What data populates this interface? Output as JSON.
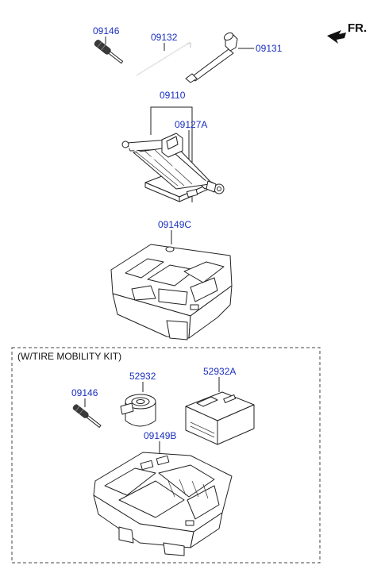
{
  "colors": {
    "part_number": "#1a2fc0",
    "line": "#222222",
    "background": "#ffffff"
  },
  "orientation": {
    "label": "FR.",
    "icon": "arrow-left-icon"
  },
  "parts": {
    "screwdriver_top": "09146",
    "jack_handle": "09132",
    "wheel_wrench": "09131",
    "jack_assembly": "09110",
    "jack_label_part": "09127A",
    "tray_top": "09149C",
    "screwdriver_kit": "09146",
    "sealant": "52932",
    "compressor": "52932A",
    "tray_kit": "09149B"
  },
  "kit_box": {
    "title": "(W/TIRE MOBILITY KIT)"
  }
}
